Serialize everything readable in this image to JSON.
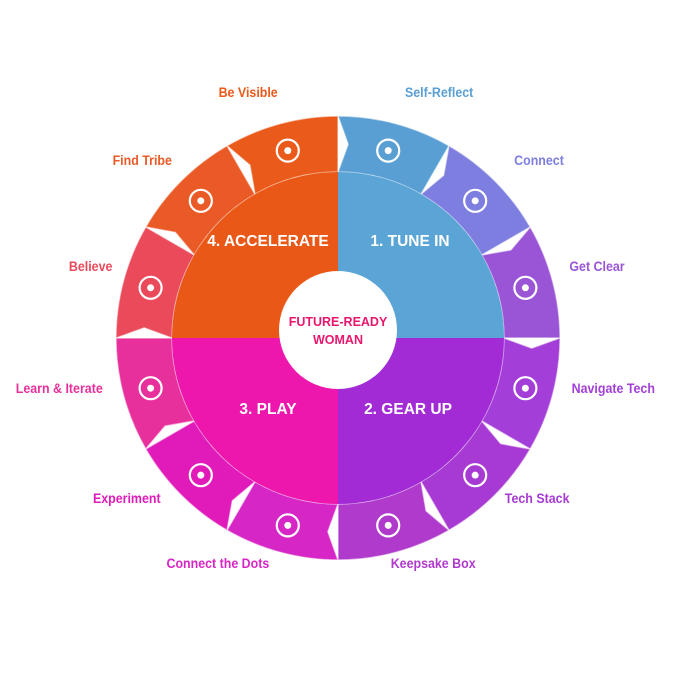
{
  "center": {
    "line1": "FUTURE-READY",
    "line2": "WOMAN"
  },
  "quadrants": [
    {
      "key": "tune",
      "label": "1. TUNE IN",
      "color": "#5ba4d6"
    },
    {
      "key": "gear",
      "label": "2. GEAR UP",
      "color": "#a22bd6"
    },
    {
      "key": "play",
      "label": "3. PLAY",
      "color": "#ee17ad"
    },
    {
      "key": "accel",
      "label": "4. ACCELERATE",
      "color": "#ea5817"
    }
  ],
  "steps": [
    {
      "label": "Self-Reflect",
      "icon": "magnifier-icon",
      "color": "#5a9fd4"
    },
    {
      "label": "Connect",
      "icon": "chat-bubbles-icon",
      "color": "#7d7ee0"
    },
    {
      "label": "Get Clear",
      "icon": "target-icon",
      "color": "#9a55d6"
    },
    {
      "label": "Navigate Tech",
      "icon": "compass-gear-icon",
      "color": "#a33fd8"
    },
    {
      "label": "Tech Stack",
      "icon": "gears-icon",
      "color": "#a63ad2"
    },
    {
      "label": "Keepsake Box",
      "icon": "box-icon",
      "color": "#b03acc"
    },
    {
      "label": "Connect the Dots",
      "icon": "lightbulb-icon",
      "color": "#d726c6"
    },
    {
      "label": "Experiment",
      "icon": "search-icon",
      "color": "#e01bba"
    },
    {
      "label": "Learn & Iterate",
      "icon": "cycle-check-icon",
      "color": "#e8309c"
    },
    {
      "label": "Believe",
      "icon": "head-heart-icon",
      "color": "#ea4a5a"
    },
    {
      "label": "Find Tribe",
      "icon": "people-icon",
      "color": "#ea5a26"
    },
    {
      "label": "Be Visible",
      "icon": "megaphone-icon",
      "color": "#ea5a1a"
    }
  ]
}
